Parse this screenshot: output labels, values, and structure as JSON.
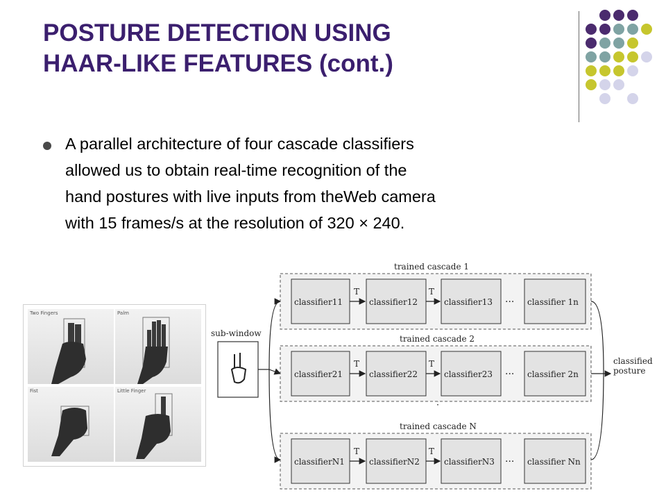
{
  "slide": {
    "title_lines": [
      "POSTURE DETECTION USING",
      "HAAR-LIKE FEATURES (cont.)"
    ],
    "bullet_lines": [
      "A parallel architecture of four cascade classifiers",
      "allowed us to obtain real-time recognition of the",
      "hand postures with live inputs from theWeb camera",
      "with 15 frames/s at the resolution of 320 × 240."
    ]
  },
  "colors": {
    "title": "#3b1f6e",
    "dot_purple": "#4b2b6e",
    "dot_teal": "#7fa3a3",
    "dot_olive": "#c6c62e",
    "dot_lavender": "#d4d4ea"
  },
  "photos": [
    {
      "label": "Two Fingers"
    },
    {
      "label": "Palm"
    },
    {
      "label": "Fist"
    },
    {
      "label": "Little Finger"
    }
  ],
  "diagram": {
    "input_label": "sub-window",
    "output_label_lines": [
      "classified",
      "posture"
    ],
    "threshold_label": "T",
    "ellipsis": "···",
    "cascades": [
      {
        "title": "trained cascade 1",
        "classifiers": [
          "classifier11",
          "classifier12",
          "classifier13",
          "classifier 1n"
        ]
      },
      {
        "title": "trained cascade 2",
        "classifiers": [
          "classifier21",
          "classifier22",
          "classifier23",
          "classifier 2n"
        ]
      },
      {
        "title": "trained cascade N",
        "classifiers": [
          "classifierN1",
          "classifierN2",
          "classifierN3",
          "classifier Nn"
        ]
      }
    ]
  }
}
